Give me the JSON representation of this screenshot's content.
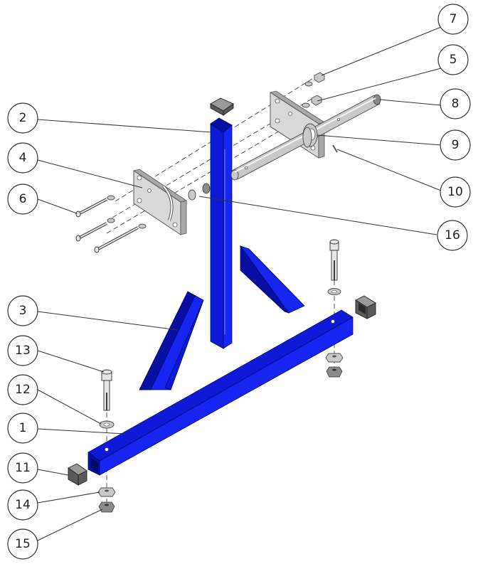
{
  "callouts": [
    {
      "id": "c7",
      "label": "7"
    },
    {
      "id": "c5",
      "label": "5"
    },
    {
      "id": "c8",
      "label": "8"
    },
    {
      "id": "c2",
      "label": "2"
    },
    {
      "id": "c9",
      "label": "9"
    },
    {
      "id": "c4",
      "label": "4"
    },
    {
      "id": "c10",
      "label": "10"
    },
    {
      "id": "c6",
      "label": "6"
    },
    {
      "id": "c16",
      "label": "16"
    },
    {
      "id": "c3",
      "label": "3"
    },
    {
      "id": "c13",
      "label": "13"
    },
    {
      "id": "c12",
      "label": "12"
    },
    {
      "id": "c1",
      "label": "1"
    },
    {
      "id": "c11",
      "label": "11"
    },
    {
      "id": "c14",
      "label": "14"
    },
    {
      "id": "c15",
      "label": "15"
    }
  ],
  "colors": {
    "frame_blue": "#0d1ad8",
    "plate_gray": "#d8d8d8",
    "hardware_gray": "#c9c9c9",
    "end_cap": "#5a5a5a"
  },
  "icons": {
    "callout_balloon": "circle-balloon-icon"
  }
}
